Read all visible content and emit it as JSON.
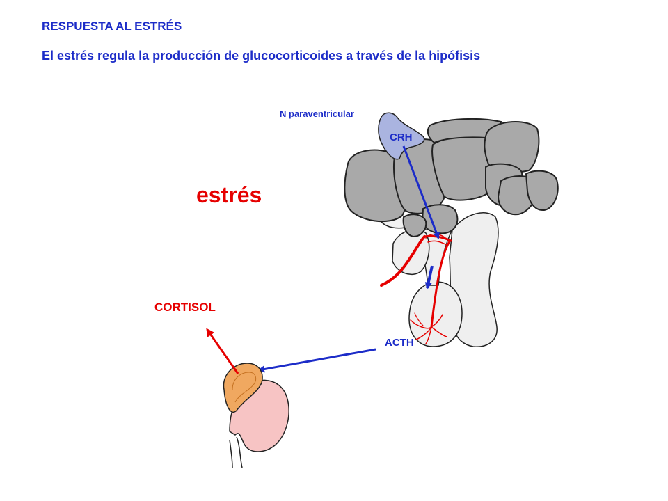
{
  "header": {
    "title": "RESPUESTA AL ESTRÉS",
    "subtitle": "El estrés regula la producción de glucocorticoides a través de la hipófisis"
  },
  "labels": {
    "nucleus": "N paraventricular",
    "crh": "CRH",
    "stress": "estrés",
    "cortisol": "CORTISOL",
    "acth": "ACTH"
  },
  "colors": {
    "text_blue": "#1c2cc8",
    "text_red": "#e60000",
    "brain_gray": "#a9a9a9",
    "nucleus_fill": "#aab4e0",
    "pituitary_fill": "#efefef",
    "vessel_red": "#e60000",
    "adrenal_orange": "#f0a860",
    "kidney_pink": "#f7c4c4"
  }
}
